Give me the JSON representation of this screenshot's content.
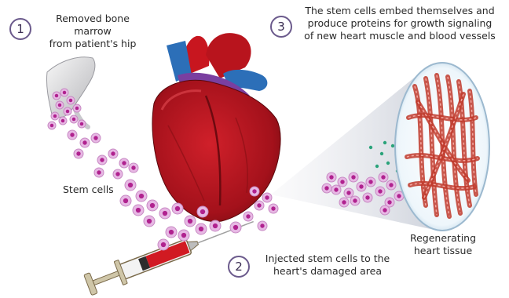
{
  "steps": [
    {
      "number": "1",
      "text": "Removed bone marrow\nfrom patient's hip"
    },
    {
      "number": "2",
      "text": "Injected stem cells to the\nheart's damaged area"
    },
    {
      "number": "3",
      "text": "The stem cells embed themselves and\nproduce proteins for growth signaling\nof new heart muscle and blood vessels"
    }
  ],
  "labels": {
    "stem_cells": "Stem cells",
    "regenerating": "Regenerating\nheart tissue"
  },
  "colors": {
    "cell_fill": "#e7b8e4",
    "cell_core": "#b0228f",
    "heart": "#b3121c",
    "heart_dark": "#7a0c12",
    "artery_blue": "#2c6fb8",
    "aorta_red": "#d11a22",
    "tissue_fiber": "#c0392b",
    "signal_dots": "#2aa37a"
  },
  "icons": [
    "bone-icon",
    "heart-icon",
    "syringe-icon",
    "magnified-tissue-icon"
  ]
}
